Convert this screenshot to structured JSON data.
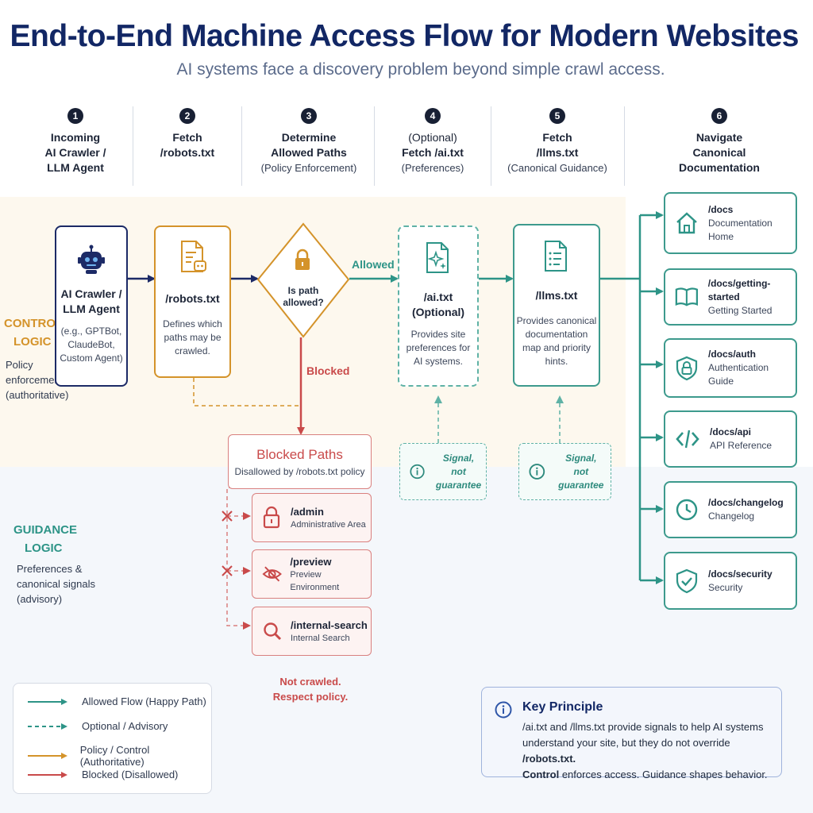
{
  "title": "End-to-End Machine Access Flow for Modern Websites",
  "subtitle": "AI systems face a discovery problem beyond simple crawl access.",
  "steps": [
    {
      "num": "1",
      "line1": "Incoming",
      "line2": "AI Crawler /",
      "line3": "LLM Agent"
    },
    {
      "num": "2",
      "line1": "Fetch",
      "line2": "/robots.txt"
    },
    {
      "num": "3",
      "line1": "Determine",
      "line2": "Allowed Paths",
      "line3": "(Policy Enforcement)"
    },
    {
      "num": "4",
      "line1": "(Optional)",
      "line2": "Fetch /ai.txt",
      "line3": "(Preferences)"
    },
    {
      "num": "5",
      "line1": "Fetch",
      "line2": "/llms.txt",
      "line3": "(Canonical Guidance)"
    },
    {
      "num": "6",
      "line1": "Navigate",
      "line2": "Canonical",
      "line3": "Documentation"
    }
  ],
  "control": {
    "title1": "CONTROL",
    "title2": "LOGIC",
    "desc1": "Policy",
    "desc2": "enforcement",
    "desc3": "(authoritative)"
  },
  "guidance": {
    "title1": "GUIDANCE",
    "title2": "LOGIC",
    "desc1": "Preferences &",
    "desc2": "canonical signals",
    "desc3": "(advisory)"
  },
  "crawler": {
    "title1": "AI Crawler /",
    "title2": "LLM Agent",
    "desc1": "(e.g., GPTBot,",
    "desc2": "ClaudeBot,",
    "desc3": "Custom Agent)"
  },
  "robots": {
    "title": "/robots.txt",
    "desc1": "Defines which",
    "desc2": "paths may be",
    "desc3": "crawled."
  },
  "decision": {
    "line1": "Is path",
    "line2": "allowed?"
  },
  "allowed_label": "Allowed",
  "blocked_label": "Blocked",
  "aitxt": {
    "title1": "/ai.txt",
    "title2": "(Optional)",
    "desc1": "Provides site",
    "desc2": "preferences for",
    "desc3": "AI systems."
  },
  "llms": {
    "title": "/llms.txt",
    "desc1": "Provides canonical",
    "desc2": "documentation",
    "desc3": "map and priority",
    "desc4": "hints."
  },
  "signal": {
    "line1": "Signal,",
    "line2": "not guarantee"
  },
  "blocked": {
    "title": "Blocked Paths",
    "subtitle": "Disallowed by /robots.txt policy",
    "items": [
      {
        "path": "/admin",
        "name": "Administrative Area",
        "icon": "lock-icon"
      },
      {
        "path": "/preview",
        "name": "Preview Environment",
        "icon": "eye-off-icon"
      },
      {
        "path": "/internal-search",
        "name": "Internal Search",
        "icon": "search-icon"
      }
    ],
    "footer1": "Not crawled.",
    "footer2": "Respect policy."
  },
  "docs": [
    {
      "path": "/docs",
      "name1": "Documentation",
      "name2": "Home",
      "icon": "home-icon"
    },
    {
      "path": "/docs/getting-started",
      "name1": "Getting Started",
      "name2": "",
      "icon": "book-icon"
    },
    {
      "path": "/docs/auth",
      "name1": "Authentication",
      "name2": "Guide",
      "icon": "shield-lock-icon"
    },
    {
      "path": "/docs/api",
      "name1": "API Reference",
      "name2": "",
      "icon": "code-icon"
    },
    {
      "path": "/docs/changelog",
      "name1": "Changelog",
      "name2": "",
      "icon": "clock-icon"
    },
    {
      "path": "/docs/security",
      "name1": "Security",
      "name2": "",
      "icon": "shield-check-icon"
    }
  ],
  "legend": [
    {
      "label": "Allowed Flow (Happy Path)",
      "style": "solid",
      "color": "#2d9487"
    },
    {
      "label": "Optional / Advisory",
      "style": "dashed",
      "color": "#2d9487"
    },
    {
      "label": "Policy / Control (Authoritative)",
      "style": "solid",
      "color": "#d4932a"
    },
    {
      "label": "Blocked (Disallowed)",
      "style": "solid",
      "color": "#c94a4a"
    }
  ],
  "key": {
    "title": "Key Principle",
    "line1": "/ai.txt and /llms.txt provide signals to help AI systems",
    "line2a": "understand your site, but they do not override ",
    "line2b": "/robots.txt.",
    "line3a": "Control",
    "line3b": " enforces access. Guidance shapes behavior."
  },
  "colors": {
    "navy": "#1c2a66",
    "orange": "#d4932a",
    "teal": "#2d9487",
    "red": "#c94a4a"
  }
}
